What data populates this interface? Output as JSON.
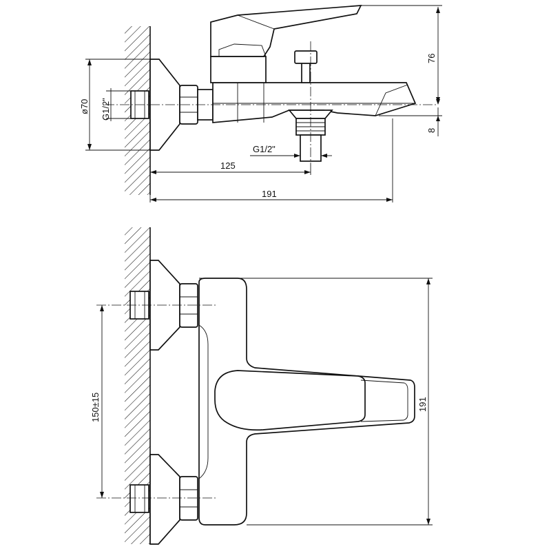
{
  "colors": {
    "line": "#111111",
    "background": "#ffffff"
  },
  "side_view": {
    "dim_diameter": "ø70",
    "dim_thread_inlet": "G1/2\"",
    "dim_thread_outlet": "G1/2\"",
    "dim_height_top": "76",
    "dim_height_bottom": "8",
    "dim_length_outlet": "125",
    "dim_length_total": "191"
  },
  "top_view": {
    "dim_spacing": "150±15",
    "dim_depth": "191"
  }
}
